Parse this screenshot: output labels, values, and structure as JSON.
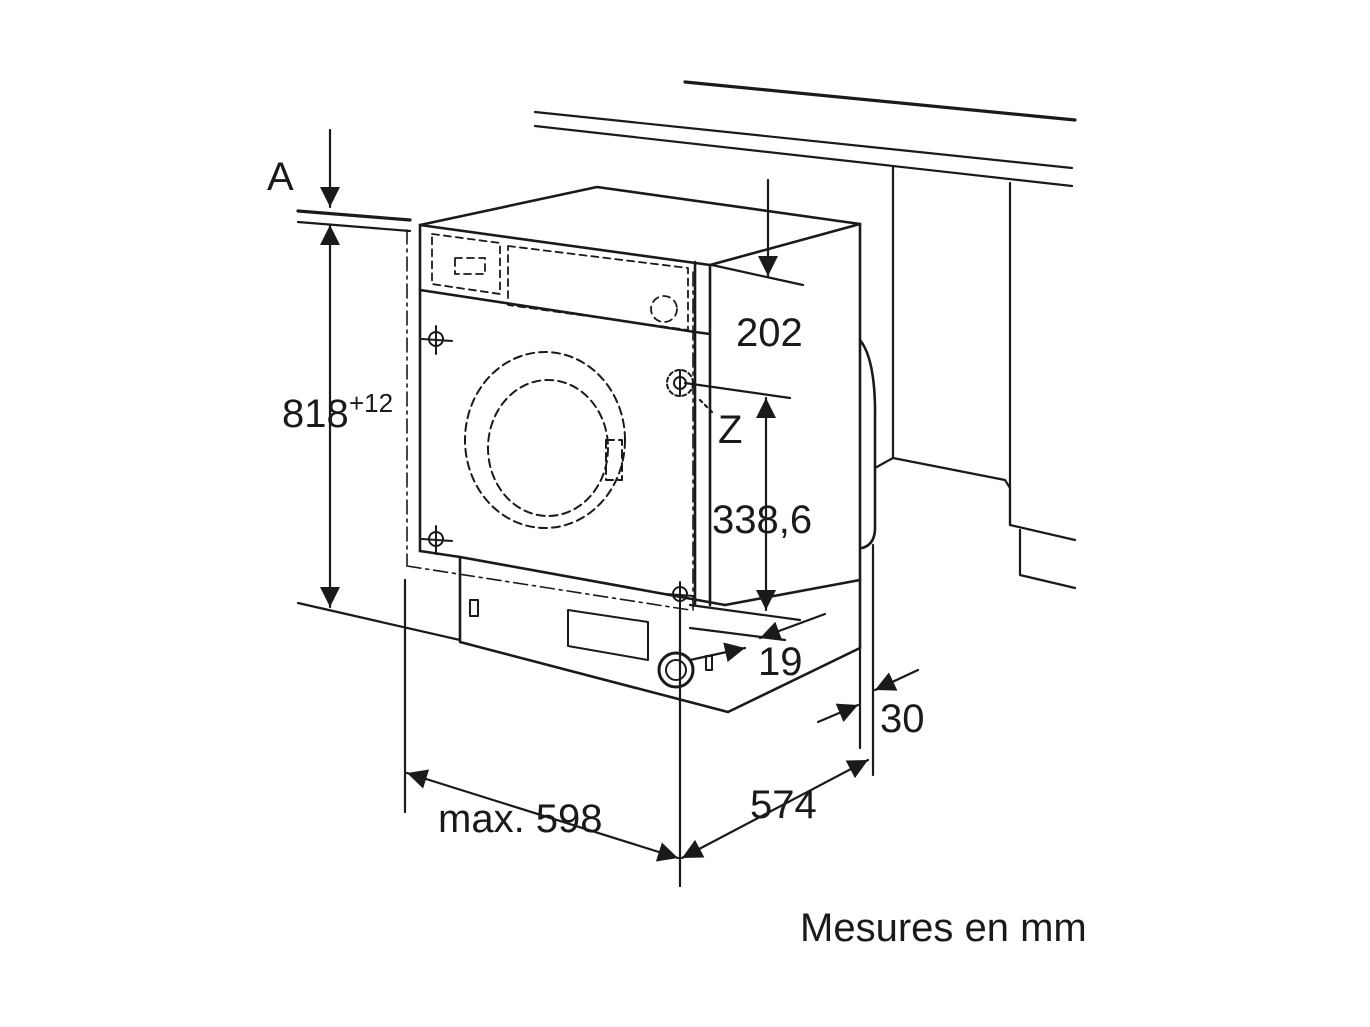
{
  "labels": {
    "a": "A",
    "height": "818",
    "height_tolerance": "+12",
    "panel_height": "202",
    "z": "Z",
    "hinge_height": "338,6",
    "toe_recess": "19",
    "door_offset": "30",
    "niche_width": "max. 598",
    "depth": "574"
  },
  "caption": "Mesures en mm"
}
